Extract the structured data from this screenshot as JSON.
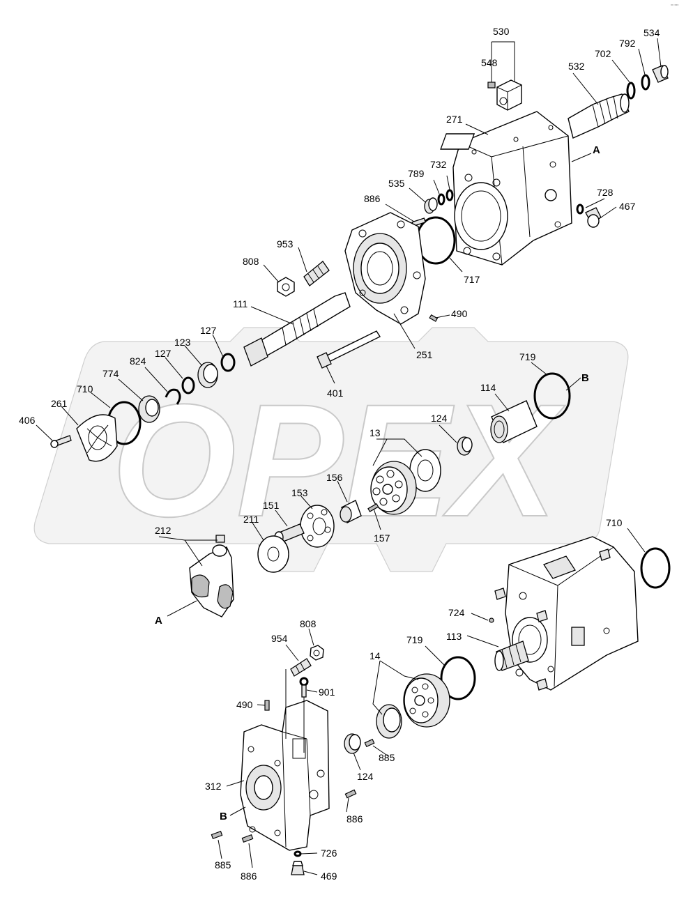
{
  "watermark": {
    "text": "OPEX"
  },
  "corner_mark": "°° °°°",
  "labels": {
    "p530": "530",
    "p534": "534",
    "p548": "548",
    "p792": "792",
    "p702": "702",
    "p532": "532",
    "p271": "271",
    "pA_top": "A",
    "p732": "732",
    "p789": "789",
    "p535": "535",
    "p728": "728",
    "p467": "467",
    "p886_top": "886",
    "p953": "953",
    "p808_top": "808",
    "p717": "717",
    "p111": "111",
    "p490_top": "490",
    "p127_right": "127",
    "p123": "123",
    "p127_left": "127",
    "p251": "251",
    "p824": "824",
    "p774": "774",
    "p719_top": "719",
    "pB_top": "B",
    "p710_left": "710",
    "p261": "261",
    "p114": "114",
    "p401": "401",
    "p406": "406",
    "p124_top": "124",
    "p13": "13",
    "p156": "156",
    "p153": "153",
    "p151": "151",
    "p211": "211",
    "p157": "157",
    "p212": "212",
    "p710_right": "710",
    "pA_bottom": "A",
    "p724": "724",
    "p808_bottom": "808",
    "p954": "954",
    "p719_bottom": "719",
    "p113": "113",
    "p14": "14",
    "p901": "901",
    "p490_bottom": "490",
    "p885_mid": "885",
    "p124_bottom": "124",
    "p312": "312",
    "pB_bottom": "B",
    "p886_right": "886",
    "p726": "726",
    "p885_bottom": "885",
    "p886_bottom": "886",
    "p469": "469"
  }
}
